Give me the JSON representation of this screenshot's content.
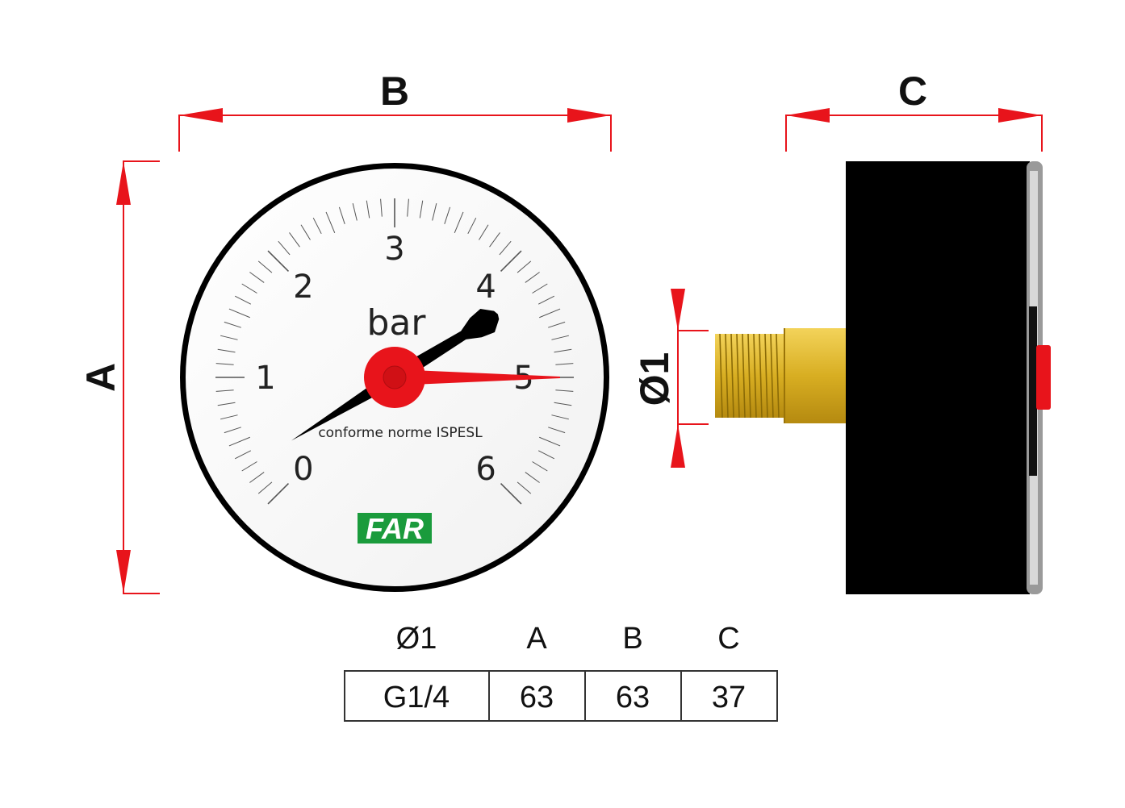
{
  "dimensions": {
    "width_label": "B",
    "height_label": "A",
    "depth_label": "C",
    "thread_label": "Ø1"
  },
  "gauge": {
    "scale_labels": [
      "0",
      "1",
      "2",
      "3",
      "4",
      "5",
      "6"
    ],
    "scale_min": 0,
    "scale_max": 6,
    "pointer_value": 4.3,
    "set_pointer_value": 5.0,
    "unit": "bar",
    "norm_text": "conforme norme ISPESL",
    "logo": "FAR"
  },
  "table": {
    "headers": [
      "Ø1",
      "A",
      "B",
      "C"
    ],
    "values": [
      "G1/4",
      "63",
      "63",
      "37"
    ]
  },
  "colors": {
    "dimension": "#e8141b",
    "pointer_red": "#e8141b",
    "logo_green": "#1a9b3c",
    "brass": "#d9b428",
    "case": "#000000"
  }
}
